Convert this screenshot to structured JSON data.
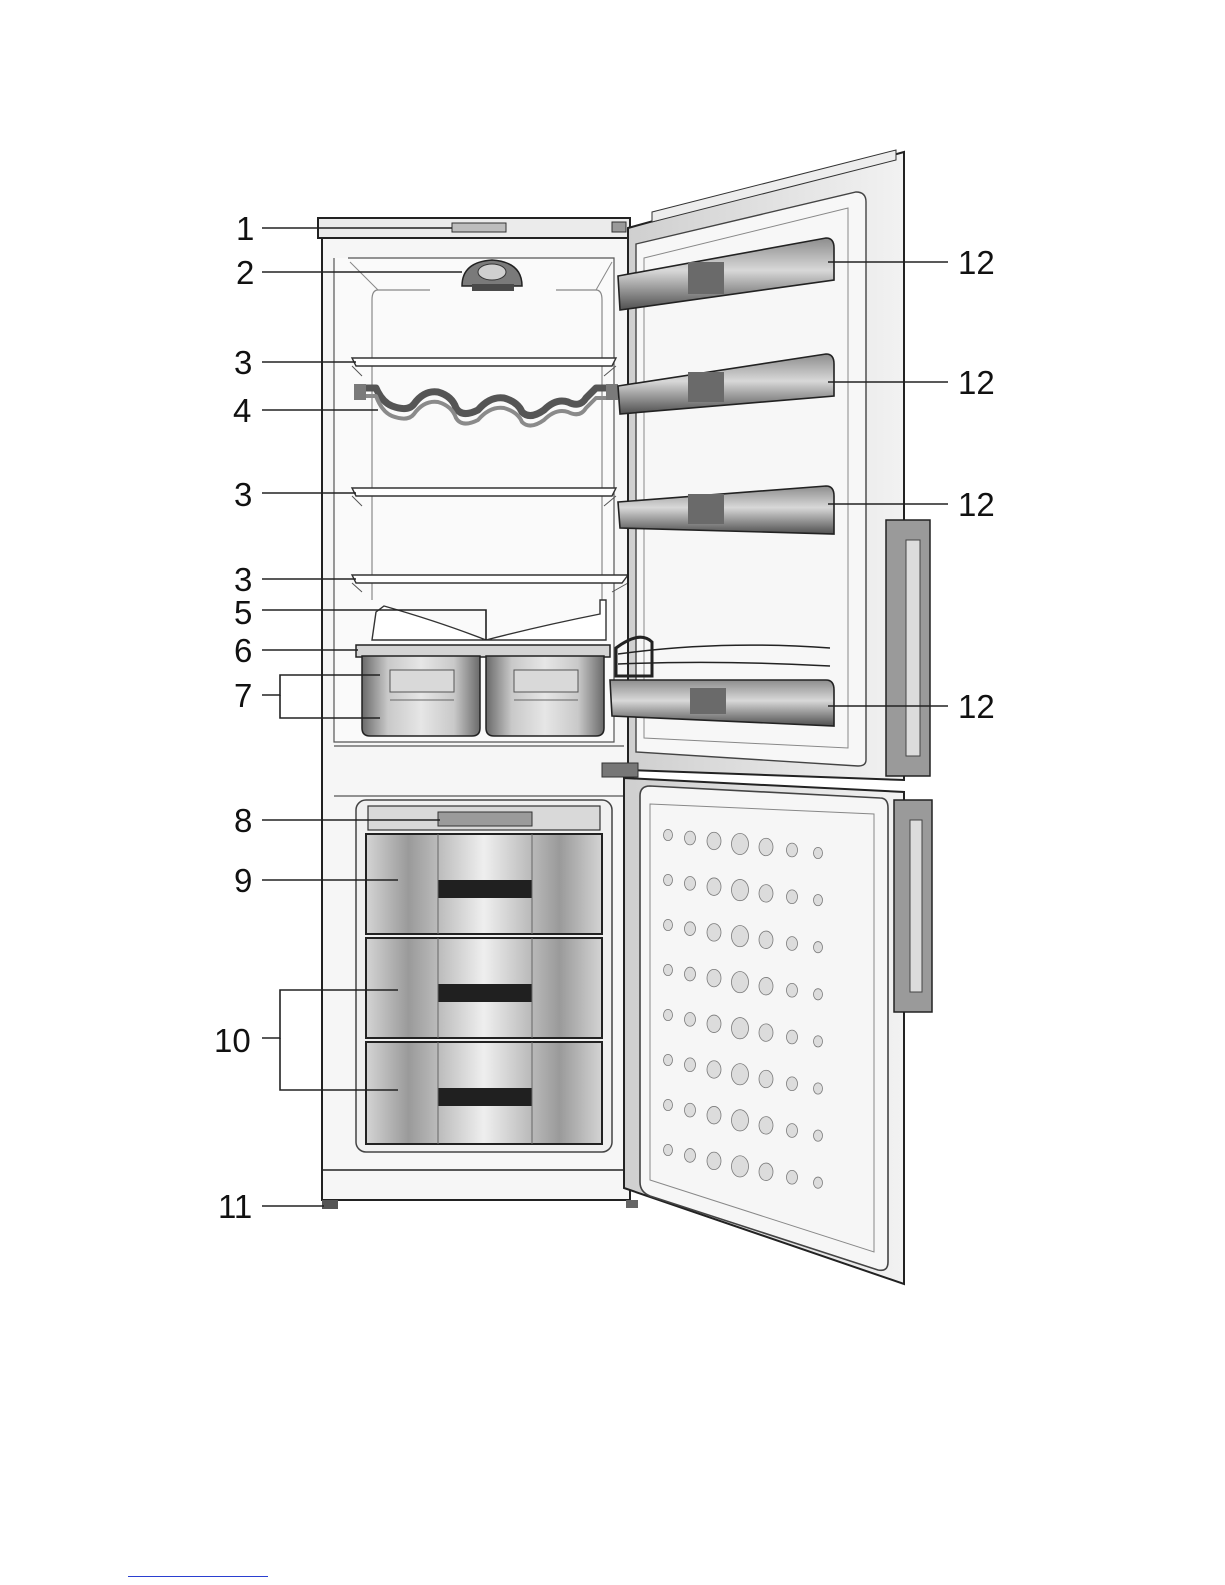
{
  "callouts": [
    "1",
    "2",
    "3",
    "3",
    "4",
    "3",
    "3",
    "5",
    "6",
    "7",
    "8",
    "9",
    "10",
    "11",
    "12",
    "12",
    "12",
    "12"
  ],
  "colors": {
    "line": "#222222",
    "cabinet": "#f4f4f4",
    "panel": "#e2e2e2",
    "part_dark": "#5d5d5d",
    "part_mid": "#9a9a9a",
    "part_light": "#cfcfcf",
    "door": "#e6e6e6",
    "link": "#2a3fd0"
  },
  "icons": [
    "fridge-icon"
  ]
}
